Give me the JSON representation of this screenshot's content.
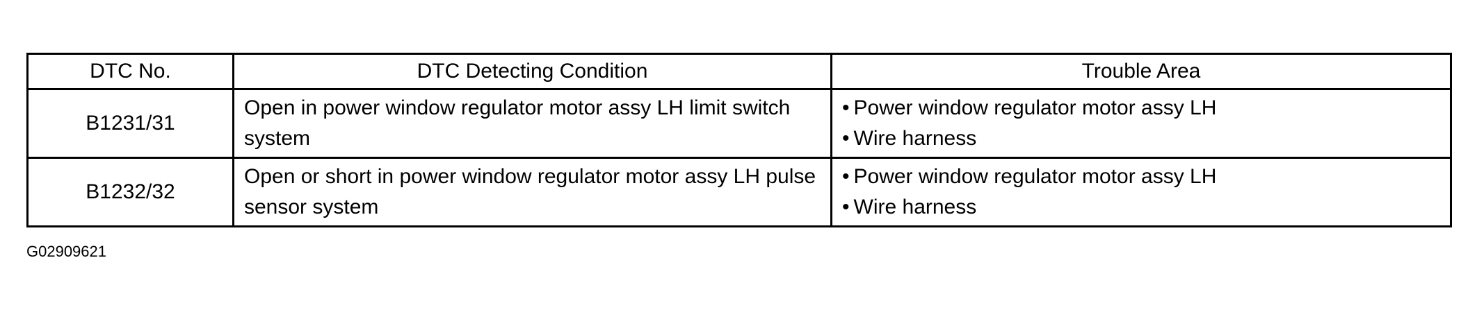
{
  "table": {
    "headers": {
      "dtc_no": "DTC No.",
      "condition": "DTC Detecting Condition",
      "trouble_area": "Trouble Area"
    },
    "rows": [
      {
        "dtc_no": "B1231/31",
        "condition": "Open in power window regulator motor assy LH limit switch system",
        "trouble_area": [
          "Power window regulator motor assy LH",
          "Wire harness"
        ]
      },
      {
        "dtc_no": "B1232/32",
        "condition": "Open or short in power window regulator motor assy LH pulse sensor system",
        "trouble_area": [
          "Power window regulator motor assy LH",
          "Wire harness"
        ]
      }
    ]
  },
  "bullet_glyph": "•",
  "figure_code": "G02909621"
}
